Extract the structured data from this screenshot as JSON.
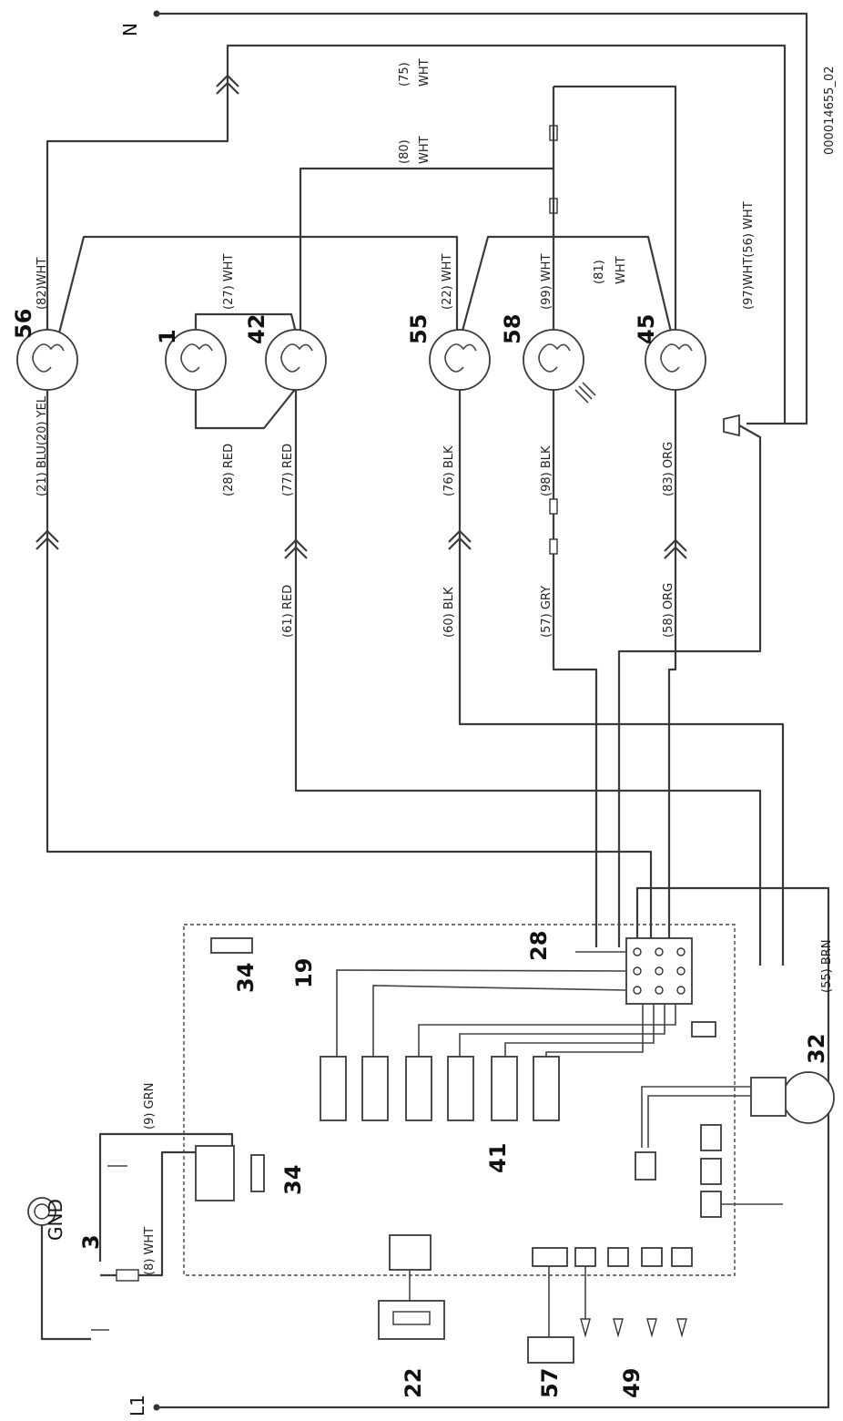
{
  "doc_id": "000014655_02",
  "supply": {
    "neutral": "N",
    "line": "L1",
    "ground": "GND"
  },
  "components": {
    "c56": "56",
    "c1": "1",
    "c42": "42",
    "c55": "55",
    "c58": "58",
    "c45": "45",
    "c3": "3",
    "c34a": "34",
    "c34b": "34",
    "c19": "19",
    "c28": "28",
    "c41": "41",
    "c32": "32",
    "c22": "22",
    "c57": "57",
    "c49": "49"
  },
  "wires": {
    "w75": "(75)",
    "w75c": "WHT",
    "w80": "(80)",
    "w80c": "WHT",
    "w82": "(82)WHT",
    "w27": "(27) WHT",
    "w22": "(22) WHT",
    "w99": "(99) WHT",
    "w81": "(81)",
    "w81c": "WHT",
    "w97": "(97)WHT(56) WHT",
    "w21": "(21) BLU(20) YEL",
    "w28": "(28) RED",
    "w77": "(77) RED",
    "w76": "(76) BLK",
    "w98": "(98) BLK",
    "w83": "(83) ORG",
    "w61": "(61) RED",
    "w60": "(60) BLK",
    "w57": "(57) GRY",
    "w58": "(58) ORG",
    "w9": "(9) GRN",
    "w8": "(8) WHT",
    "w55": "(55) BRN"
  }
}
